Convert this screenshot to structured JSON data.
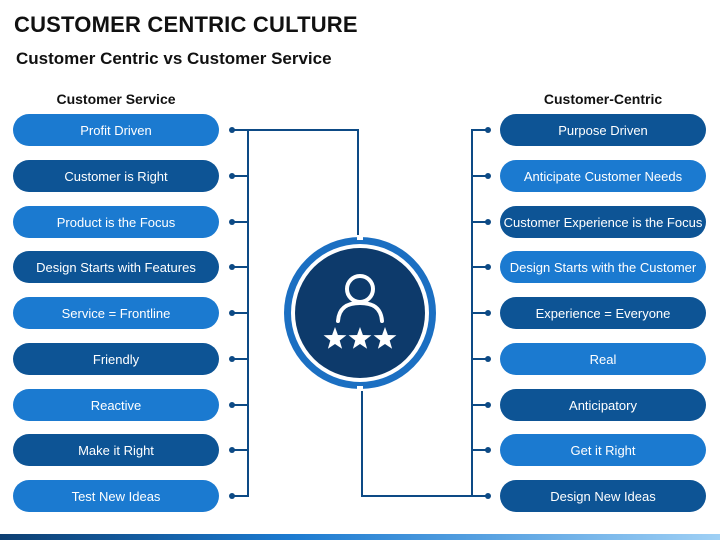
{
  "title": "CUSTOMER CENTRIC CULTURE",
  "subtitle": "Customer Centric vs Customer Service",
  "left_column": {
    "heading": "Customer Service",
    "items": [
      "Profit Driven",
      "Customer is Right",
      "Product is the Focus",
      "Design Starts with Features",
      "Service = Frontline",
      "Friendly",
      "Reactive",
      "Make it Right",
      "Test New Ideas"
    ]
  },
  "right_column": {
    "heading": "Customer-Centric",
    "items": [
      "Purpose Driven",
      "Anticipate Customer Needs",
      "Customer Experience is the Focus",
      "Design Starts with the Customer",
      "Experience = Everyone",
      "Real",
      "Anticipatory",
      "Get it Right",
      "Design New Ideas"
    ]
  },
  "hub": {
    "icon": "customer-rating-icon",
    "stars": 3
  },
  "colors": {
    "pill_light": "#1b7ad0",
    "pill_dark": "#0d5495",
    "line": "#0d4a85",
    "hub_outer": "#1b6fc2",
    "hub_inner": "#0d3a6b"
  }
}
